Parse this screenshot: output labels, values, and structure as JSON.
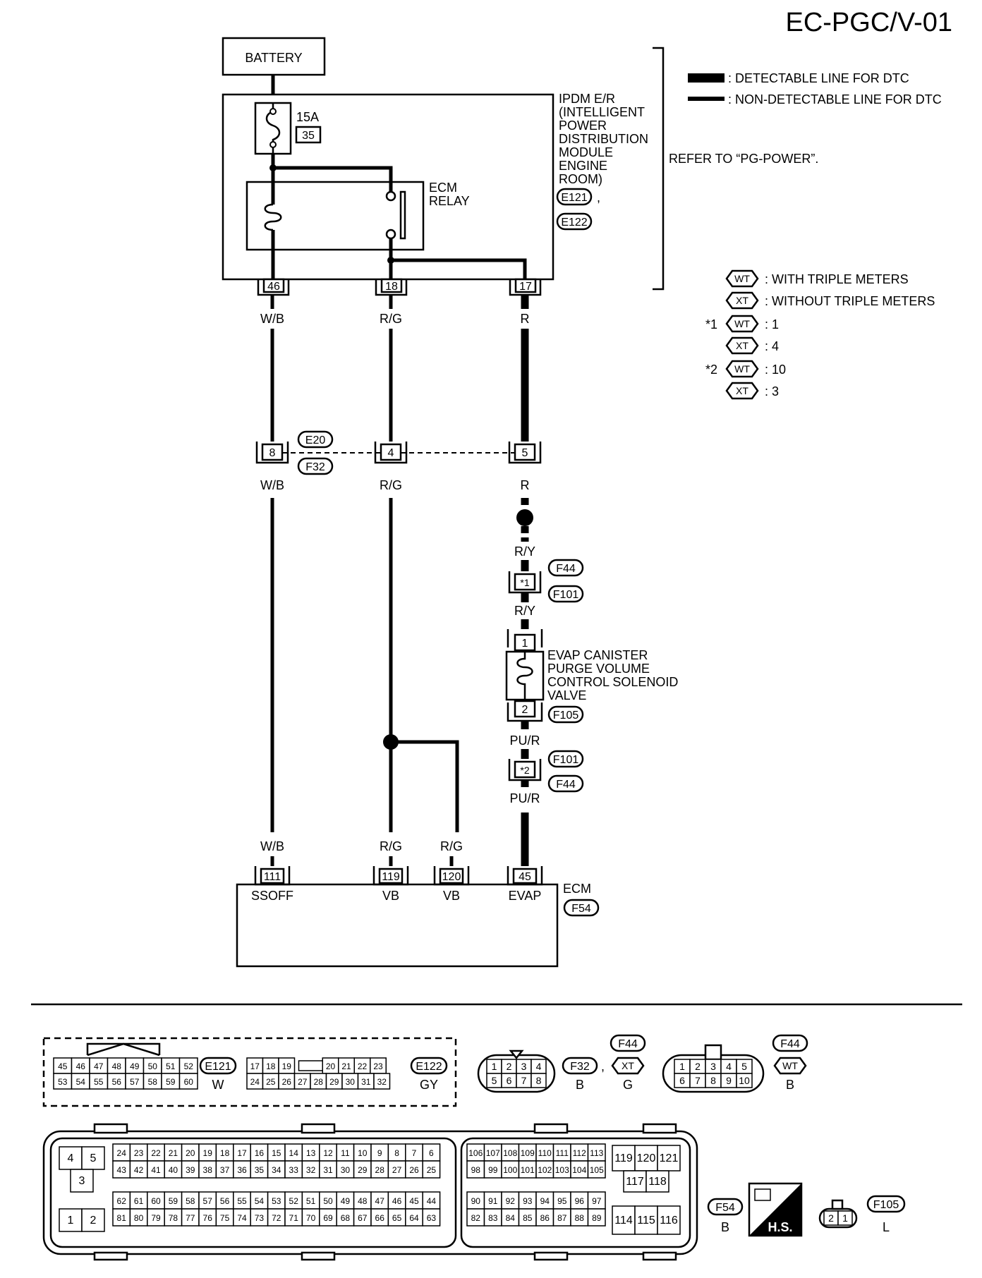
{
  "diagram_code": "EC-PGC/V-01",
  "legend": {
    "detectable": ": DETECTABLE LINE FOR DTC",
    "non_detectable": ": NON-DETECTABLE LINE FOR DTC",
    "wt_desc": ": WITH TRIPLE METERS",
    "xt_desc": ": WITHOUT TRIPLE METERS",
    "wt": "WT",
    "xt": "XT",
    "star1": "*1",
    "star2": "*2",
    "n1_wt": ": 1",
    "n1_xt": ": 4",
    "n2_wt": ": 10",
    "n2_xt": ": 3"
  },
  "battery": "BATTERY",
  "ipdm": {
    "lines": [
      "IPDM E/R",
      "(INTELLIGENT",
      "POWER",
      "DISTRIBUTION",
      "MODULE",
      "ENGINE",
      "ROOM)"
    ],
    "conn1": "E121",
    "sep": ",",
    "conn2": "E122",
    "refer": "REFER TO “PG-POWER”.",
    "fuse_rating": "15A",
    "fuse_no": "35",
    "relay_l1": "ECM",
    "relay_l2": "RELAY",
    "pins": [
      "46",
      "18",
      "17"
    ]
  },
  "wires": {
    "wb": "W/B",
    "rg": "R/G",
    "r": "R",
    "ry": "R/Y",
    "pur": "PU/R"
  },
  "junction": {
    "pins": [
      "8",
      "4",
      "5"
    ],
    "conn_top": "E20",
    "conn_bottom": "F32"
  },
  "star_conn_1": {
    "pin": "*1",
    "c1": "F44",
    "c2": "F101"
  },
  "star_conn_2": {
    "pin": "*2",
    "c1": "F101",
    "c2": "F44"
  },
  "evap_valve": {
    "lines": [
      "EVAP CANISTER",
      "PURGE VOLUME",
      "CONTROL SOLENOID",
      "VALVE"
    ],
    "pin1": "1",
    "pin2": "2",
    "conn": "F105"
  },
  "ecm": {
    "label": "ECM",
    "conn": "F54",
    "pins": [
      "111",
      "119",
      "120",
      "45"
    ],
    "pin_labels": [
      "SSOFF",
      "VB",
      "VB",
      "EVAP"
    ]
  },
  "connectors": {
    "e121": {
      "name": "E121",
      "color": "W",
      "row1": [
        "45",
        "46",
        "47",
        "48",
        "49",
        "50",
        "51",
        "52"
      ],
      "row2": [
        "53",
        "54",
        "55",
        "56",
        "57",
        "58",
        "59",
        "60"
      ]
    },
    "e122": {
      "name": "E122",
      "color": "GY",
      "row1": [
        "17",
        "18",
        "19",
        "20",
        "21",
        "22",
        "23"
      ],
      "row2": [
        "24",
        "25",
        "26",
        "27",
        "28",
        "29",
        "30",
        "31",
        "32"
      ]
    },
    "f32": {
      "name": "F32",
      "color": "B",
      "row1": [
        "1",
        "2",
        "3",
        "4"
      ],
      "row2": [
        "5",
        "6",
        "7",
        "8"
      ]
    },
    "f44_xt": {
      "name": "F44",
      "variant": "XT",
      "color": "G"
    },
    "f44_wt": {
      "name": "F44",
      "variant": "WT",
      "color": "B",
      "row1": [
        "1",
        "2",
        "3",
        "4",
        "5"
      ],
      "row2": [
        "6",
        "7",
        "8",
        "9",
        "10"
      ]
    },
    "f54": {
      "name": "F54",
      "color": "B",
      "small": [
        "4",
        "5",
        "3",
        "1",
        "2"
      ],
      "blockA": [
        [
          "24",
          "23",
          "22",
          "21",
          "20",
          "19",
          "18",
          "17",
          "16",
          "15",
          "14",
          "13",
          "12",
          "11",
          "10",
          "9",
          "8",
          "7",
          "6"
        ],
        [
          "43",
          "42",
          "41",
          "40",
          "39",
          "38",
          "37",
          "36",
          "35",
          "34",
          "33",
          "32",
          "31",
          "30",
          "29",
          "28",
          "27",
          "26",
          "25"
        ],
        [
          "62",
          "61",
          "60",
          "59",
          "58",
          "57",
          "56",
          "55",
          "54",
          "53",
          "52",
          "51",
          "50",
          "49",
          "48",
          "47",
          "46",
          "45",
          "44"
        ],
        [
          "81",
          "80",
          "79",
          "78",
          "77",
          "76",
          "75",
          "74",
          "73",
          "72",
          "71",
          "70",
          "69",
          "68",
          "67",
          "66",
          "65",
          "64",
          "63"
        ]
      ],
      "blockB_top": [
        [
          "106",
          "107",
          "108",
          "109",
          "110",
          "111",
          "112",
          "113"
        ],
        [
          "98",
          "99",
          "100",
          "101",
          "102",
          "103",
          "104",
          "105"
        ]
      ],
      "blockB_bot": [
        [
          "90",
          "91",
          "92",
          "93",
          "94",
          "95",
          "96",
          "97"
        ],
        [
          "82",
          "83",
          "84",
          "85",
          "86",
          "87",
          "88",
          "89"
        ]
      ],
      "blockC": [
        "119",
        "120",
        "121",
        "117",
        "118",
        "114",
        "115",
        "116"
      ]
    },
    "f105": {
      "name": "F105",
      "color": "L",
      "pins": [
        "2",
        "1"
      ]
    },
    "hs": "H.S."
  }
}
